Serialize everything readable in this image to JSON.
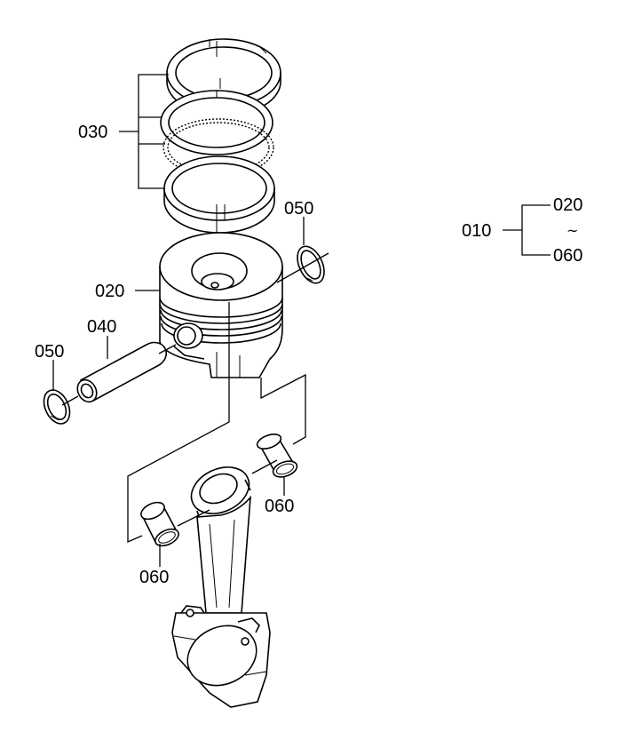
{
  "callouts": {
    "piston_rings": "030",
    "snap_ring_right": "050",
    "snap_ring_left": "050",
    "piston": "020",
    "piston_pin": "040",
    "bushing_right": "060",
    "bushing_left": "060"
  },
  "assembly_key": {
    "assembly": "010",
    "range_start": "020",
    "range_separator": "~",
    "range_end": "060"
  }
}
